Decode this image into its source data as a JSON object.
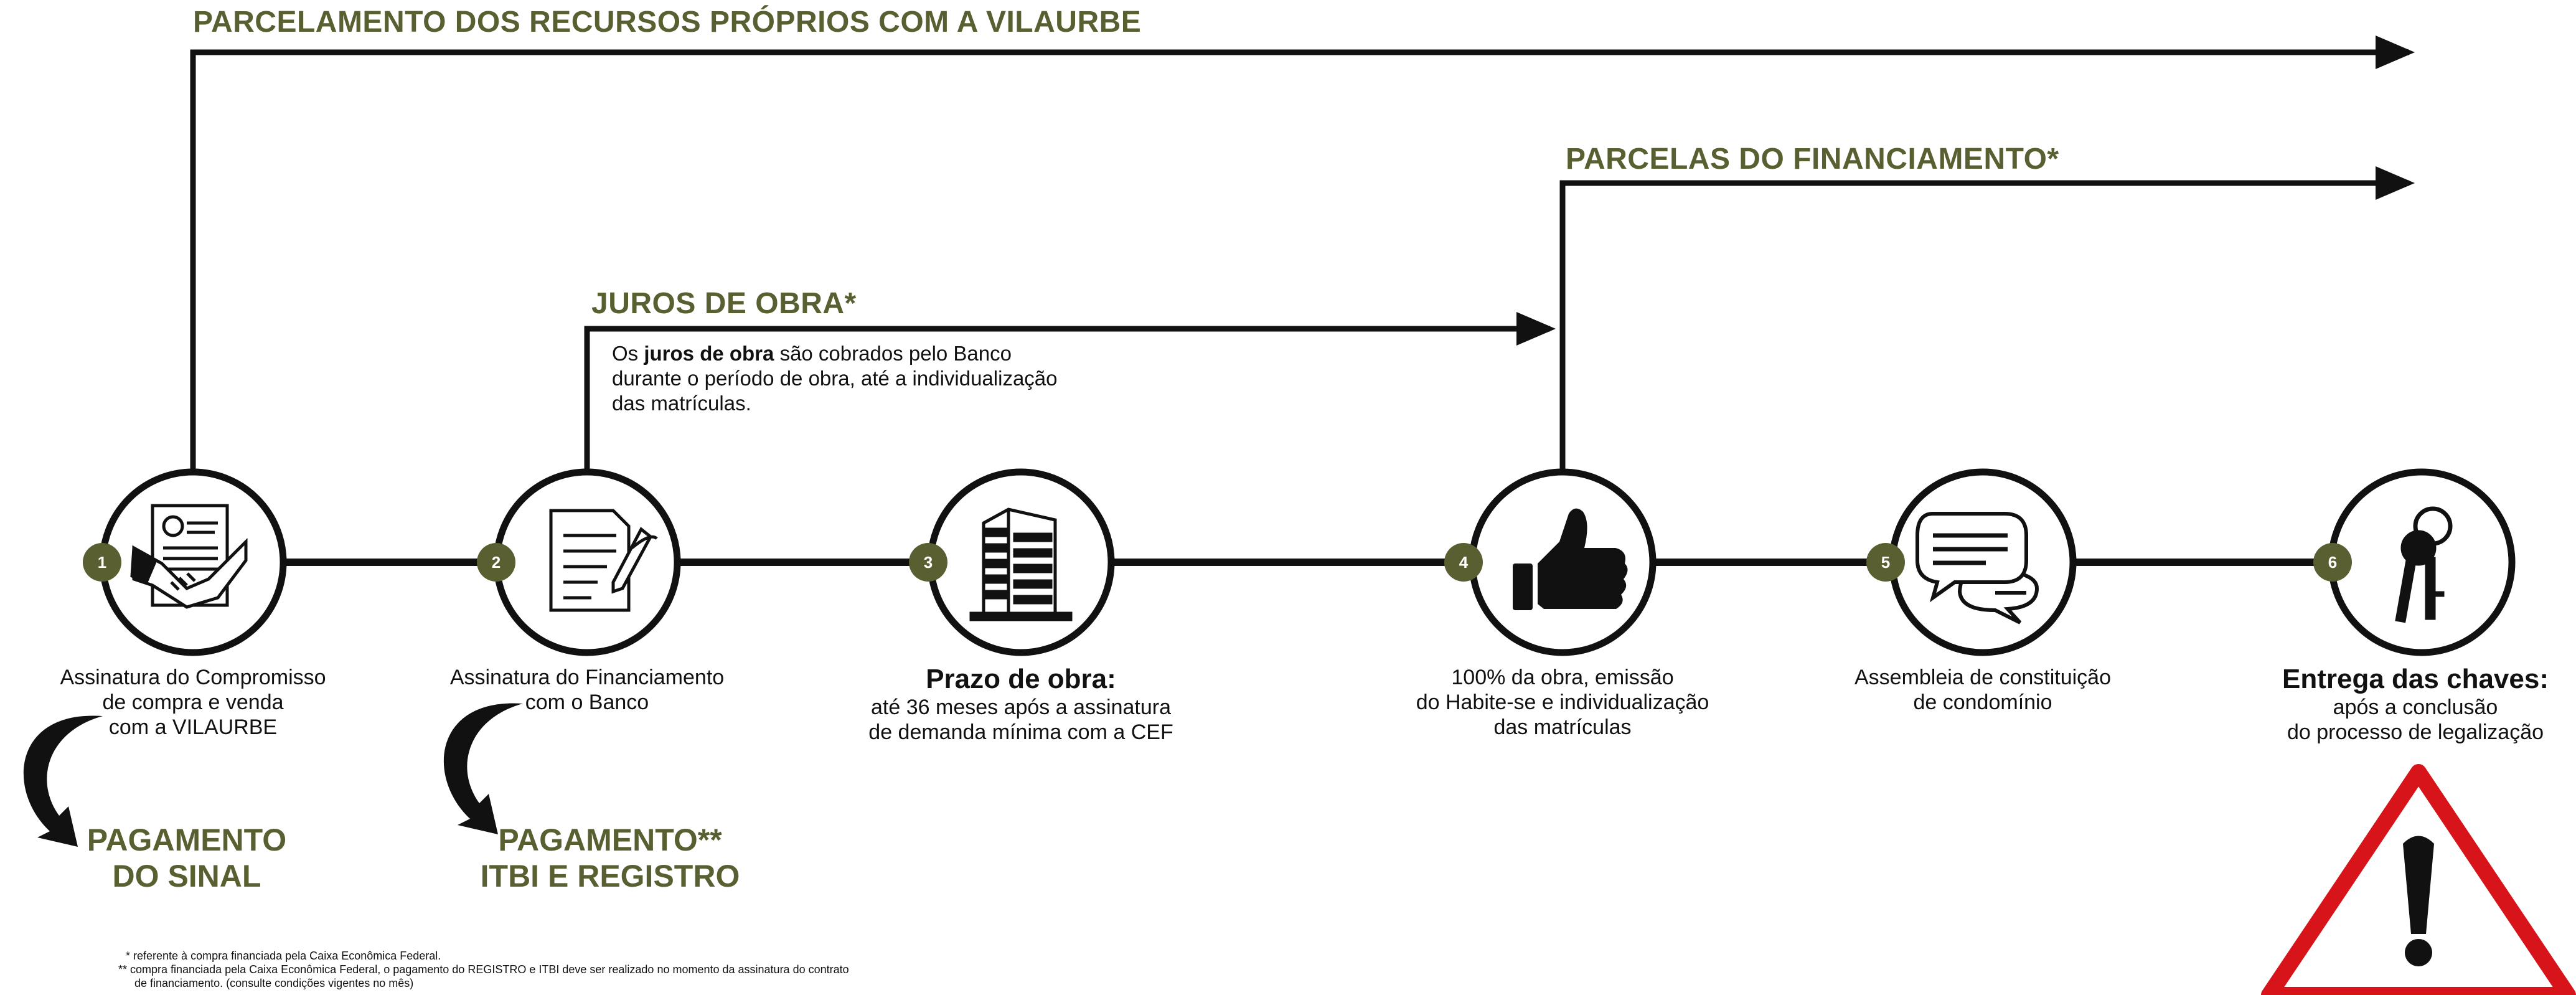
{
  "headers": {
    "top": "PARCELAMENTO DOS RECURSOS PRÓPRIOS COM A VILAURBE",
    "financing": "PARCELAS DO FINANCIAMENTO*",
    "interest": "JUROS DE OBRA*"
  },
  "interest_note": {
    "prefix": "Os",
    "bold": "juros de obra",
    "line1_rest": "são cobrados pelo Banco",
    "line2": "durante o período de obra, até a individualização",
    "line3": "das matrículas."
  },
  "steps": [
    {
      "number": "1",
      "icon": "handshake-contract-icon",
      "lines": [
        "Assinatura do Compromisso",
        "de compra e venda",
        "com a VILAURBE"
      ]
    },
    {
      "number": "2",
      "icon": "document-signing-icon",
      "lines": [
        "Assinatura do Financiamento",
        "com o Banco"
      ]
    },
    {
      "number": "3",
      "icon": "building-icon",
      "title": "Prazo de obra:",
      "lines": [
        "até 36 meses após a assinatura",
        "de demanda mínima com a CEF"
      ]
    },
    {
      "number": "4",
      "icon": "thumbs-up-icon",
      "lines": [
        "100% da obra, emissão",
        "do Habite-se e individualização",
        "das matrículas"
      ]
    },
    {
      "number": "5",
      "icon": "chat-bubbles-icon",
      "lines": [
        "Assembleia de constituição",
        "de condomínio"
      ]
    },
    {
      "number": "6",
      "icon": "keys-icon",
      "title": "Entrega das chaves:",
      "lines": [
        "após a conclusão",
        "do processo de legalização"
      ]
    }
  ],
  "payments": [
    {
      "lines": [
        "PAGAMENTO",
        "DO SINAL"
      ]
    },
    {
      "lines": [
        "PAGAMENTO**",
        "ITBI E REGISTRO"
      ]
    }
  ],
  "footnotes": [
    "* referente à compra financiada pela Caixa Econômica Federal.",
    "** compra financiada pela Caixa Econômica Federal, o pagamento do REGISTRO e ITBI deve ser realizado no momento da assinatura do contrato",
    "de financiamento. (consulte condições vigentes no mês)"
  ],
  "colors": {
    "accent": "#5a5f32",
    "line": "#111111",
    "warning": "#d7141a"
  }
}
